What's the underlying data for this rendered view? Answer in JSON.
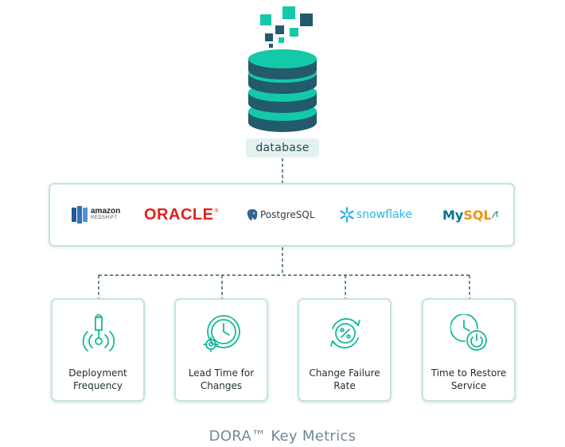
{
  "database": {
    "label": "database"
  },
  "vendors": {
    "amazon": {
      "line1": "amazon",
      "line2": "REDSHIFT"
    },
    "oracle": {
      "name": "ORACLE"
    },
    "postgres": {
      "name": "PostgreSQL"
    },
    "snowflake": {
      "name": "snowflake"
    },
    "mysql": {
      "part1": "My",
      "part2": "SQL"
    }
  },
  "metrics": [
    {
      "line1": "Deployment",
      "line2": "Frequency"
    },
    {
      "line1": "Lead Time for",
      "line2": "Changes"
    },
    {
      "line1": "Change Failure",
      "line2": "Rate"
    },
    {
      "line1": "Time to Restore",
      "line2": "Service"
    }
  ],
  "footer": {
    "title": "DORA™ Key Metrics"
  },
  "colors": {
    "teal": "#14c9a8",
    "dark": "#235a6c",
    "border": "#bfe6e2",
    "oracle_red": "#e0211b",
    "mysql_blue": "#00758f",
    "mysql_orange": "#f29111"
  }
}
